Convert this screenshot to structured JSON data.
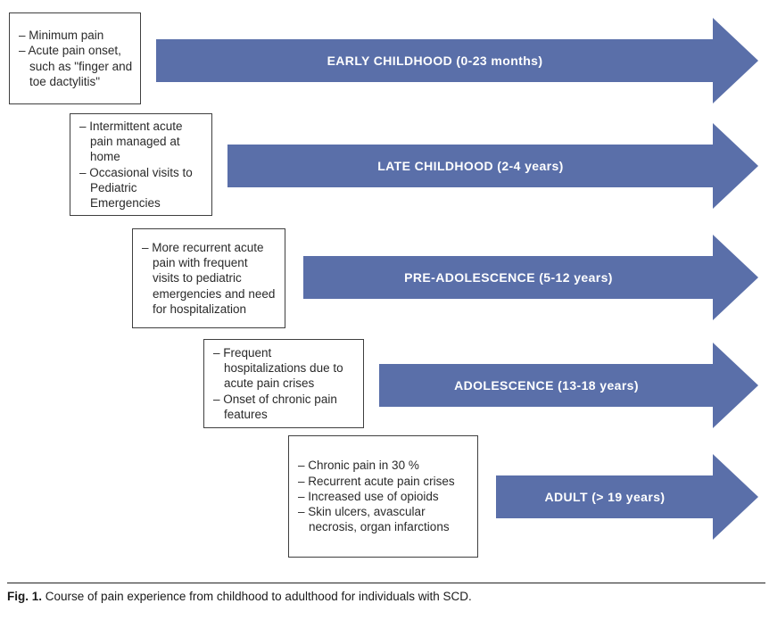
{
  "colors": {
    "arrow-fill": "#5a6fa9",
    "arrow-label": "#ffffff",
    "box-border": "#3f3f3f",
    "box-text": "#2a2a2a",
    "caption-text": "#1a1a1a"
  },
  "stages": [
    {
      "name": "early-childhood",
      "arrow_label": "EARLY CHILDHOOD (0-23 months)",
      "bullets": [
        "– Minimum pain",
        "– Acute pain onset, such as \"finger and toe dactylitis\""
      ]
    },
    {
      "name": "late-childhood",
      "arrow_label": "LATE CHILDHOOD (2-4 years)",
      "bullets": [
        "– Intermittent acute pain managed at home",
        "– Occasional visits to Pediatric Emergencies"
      ]
    },
    {
      "name": "pre-adolescence",
      "arrow_label": "PRE-ADOLESCENCE (5-12 years)",
      "bullets": [
        "– More recurrent acute pain with frequent visits to pediatric emergencies and need for hospitalization"
      ]
    },
    {
      "name": "adolescence",
      "arrow_label": "ADOLESCENCE (13-18 years)",
      "bullets": [
        "– Frequent hospitalizations due to acute pain crises",
        "– Onset of chronic pain features"
      ]
    },
    {
      "name": "adult",
      "arrow_label": "ADULT (> 19 years)",
      "bullets": [
        "– Chronic pain in 30 %",
        "– Recurrent acute pain crises",
        "– Increased use of opioids",
        "– Skin ulcers, avascular necrosis, organ infarctions"
      ]
    }
  ],
  "caption": {
    "label": "Fig. 1.",
    "text": "Course of pain experience from childhood to adulthood for individuals with SCD."
  }
}
